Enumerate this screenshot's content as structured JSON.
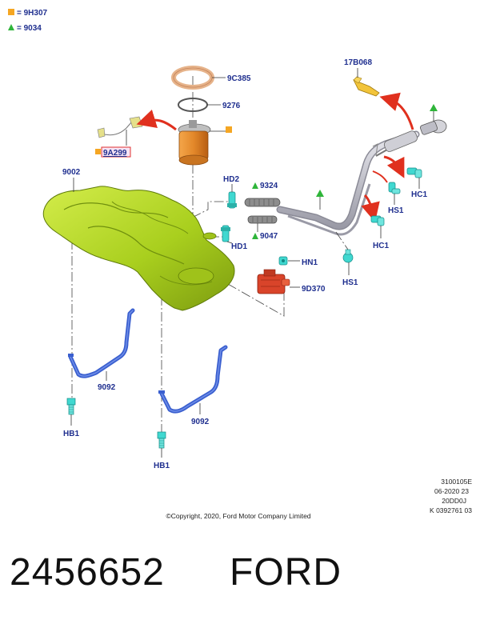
{
  "legend": [
    {
      "symbol": "square",
      "color": "#f5a623",
      "text": "= 9H307"
    },
    {
      "symbol": "triangle",
      "color": "#2fb53a",
      "text": "= 9034"
    }
  ],
  "labels": {
    "p17b068": "17B068",
    "p9c385": "9C385",
    "p9276": "9276",
    "p9a299": "9A299",
    "p9002": "9002",
    "hd2": "HD2",
    "p9324": "9324",
    "hd1": "HD1",
    "p9047": "9047",
    "hn1": "HN1",
    "p9d370": "9D370",
    "hs1_top": "HS1",
    "hs1_bottom": "HS1",
    "hc1_top": "HC1",
    "hc1_bottom": "HC1",
    "p9092_left": "9092",
    "p9092_right": "9092",
    "hb1_left": "HB1",
    "hb1_right": "HB1"
  },
  "doc_codes": [
    "3100105E",
    "06-2020 23",
    "20DD0J",
    "K 0392761 03"
  ],
  "copyright": "©Copyright, 2020, Ford Motor Company Limited",
  "part_number": "2456652",
  "brand": "FORD",
  "colors": {
    "label": "#1f2f8f",
    "tank": "#b4d62a",
    "strap": "#3a5fcf",
    "fastener": "#40d8d0",
    "arrow": "#e0301e",
    "module": "#e3882a",
    "valve": "#d9442a"
  }
}
